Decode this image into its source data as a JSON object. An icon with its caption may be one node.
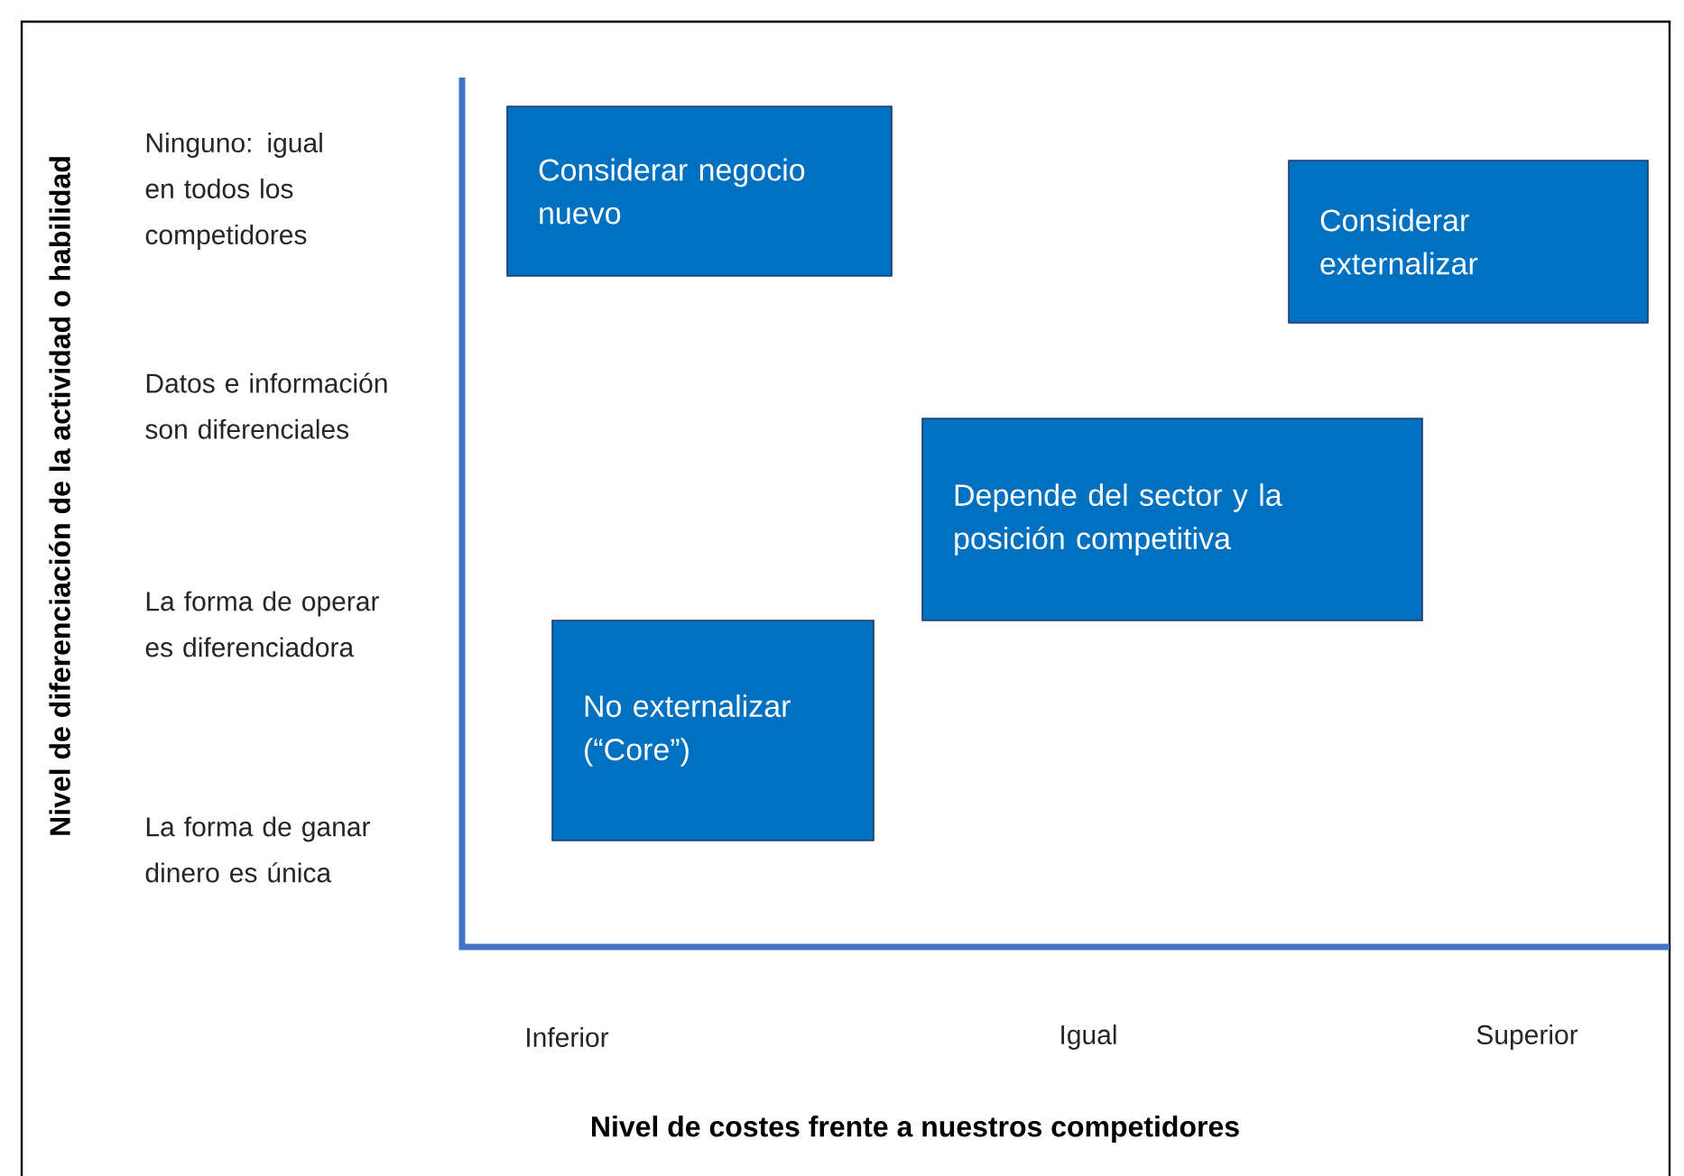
{
  "diagram": {
    "nodes": [
      {
        "text": [
          "Considerar negocio nuevo"
        ]
      },
      {
        "text": [
          "Considerar externalizar"
        ]
      },
      {
        "text": [
          "Depende del sector y la posición competitiva"
        ]
      },
      {
        "text": [
          "No externalizar (“Core”)"
        ]
      }
    ],
    "labels": [
      "Nivel de diferenciación de la actividad o habilidad",
      "Ninguno: igual en todos los competidores",
      "Datos e información son diferenciales",
      "La forma de operar es diferenciadora",
      "La forma de ganar dinero es única",
      "Inferior",
      "Igual",
      "Superior",
      "Nivel de costes frente a nuestros competidores"
    ]
  }
}
